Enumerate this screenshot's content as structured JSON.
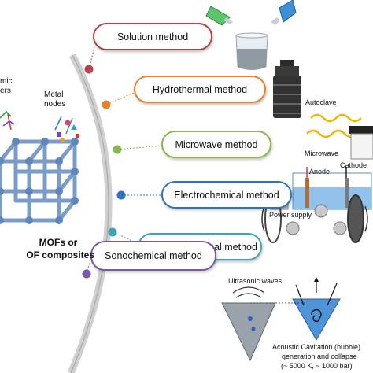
{
  "methods": [
    {
      "label": "Solution method",
      "color": "#b8414a"
    },
    {
      "label": "Hydrothermal method",
      "color": "#e8822e"
    },
    {
      "label": "Microwave method",
      "color": "#8ab84a"
    },
    {
      "label": "Electrochemical method",
      "color": "#2f74b8"
    },
    {
      "label": "Mechanochemical method",
      "color": "#3fa3b8"
    },
    {
      "label": "Sonochemical method",
      "color": "#7a5aa8"
    }
  ],
  "left": {
    "organic_linkers": "mic\ners",
    "metal_nodes": "Metal\nnodes",
    "mofs_title_line1": "MOFs or",
    "mofs_title_line2": "OF composites"
  },
  "labels": {
    "autoclave": "Autoclave",
    "microwave": "Microwave",
    "anode": "Anode",
    "cathode": "Cathode",
    "power_supply": "Power supply",
    "ultrasonic_waves": "Ultrasonic waves",
    "cavitation_line1": "Acoustic Cavitation (bubble)",
    "cavitation_line2": "generation and collapse",
    "cavitation_line3": "(~ 5000 K, ~ 1000 bar)"
  }
}
